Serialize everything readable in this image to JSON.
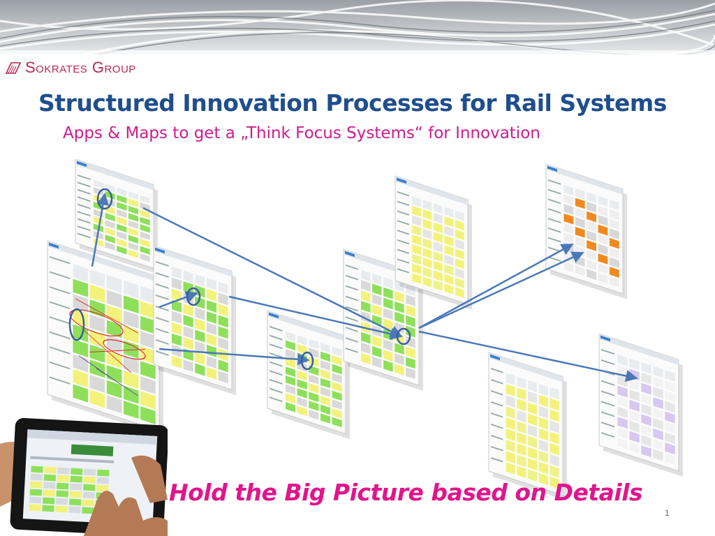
{
  "logo": {
    "text": "Sokrates Group"
  },
  "slide": {
    "title": "Structured Innovation Processes for Rail Systems",
    "subtitle": "Apps & Maps to get a „Think Focus Systems“ for Innovation",
    "tagline": "Hold the Big Picture based on Details",
    "page_number": "1"
  },
  "colors": {
    "title": "#1f4e8c",
    "subtitle": "#cc1c8e",
    "tagline": "#e0168c",
    "logo": "#b8284f",
    "arrow": "#4a78b8",
    "cell_green": "#8ee05a",
    "cell_yellow": "#f2f27a",
    "cell_orange": "#f08a20"
  }
}
